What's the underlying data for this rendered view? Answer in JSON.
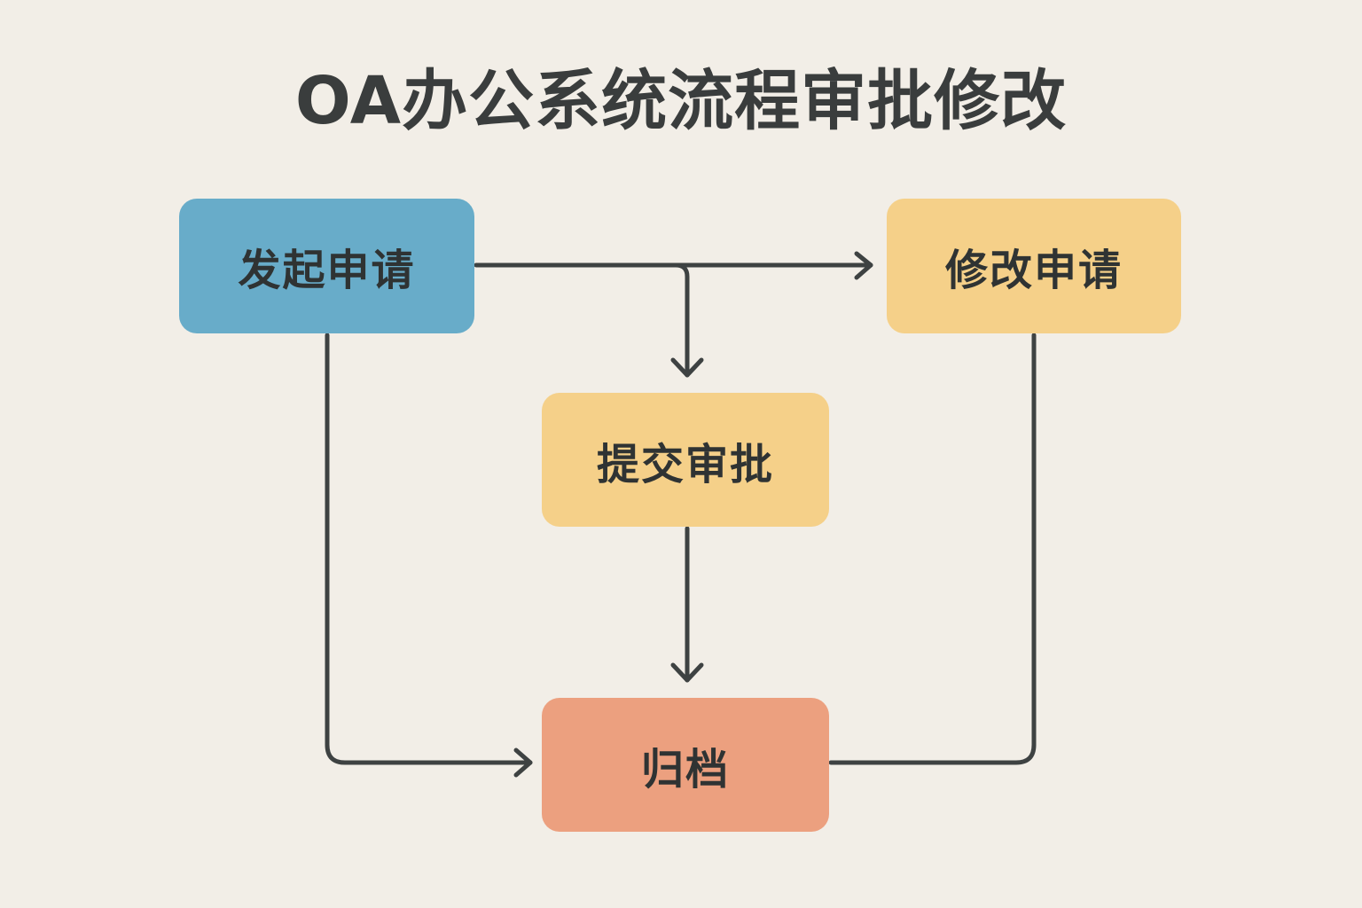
{
  "title": "OA办公系统流程审批修改",
  "nodes": {
    "submit": {
      "label": "发起申请",
      "color": "#68acc9"
    },
    "modify": {
      "label": "修改申请",
      "color": "#f5d089"
    },
    "approve": {
      "label": "提交审批",
      "color": "#f5d089"
    },
    "archive": {
      "label": "归档",
      "color": "#eca07f"
    }
  },
  "colors": {
    "background": "#f2eee7",
    "connector": "#3e4242",
    "text": "#2f3333"
  }
}
